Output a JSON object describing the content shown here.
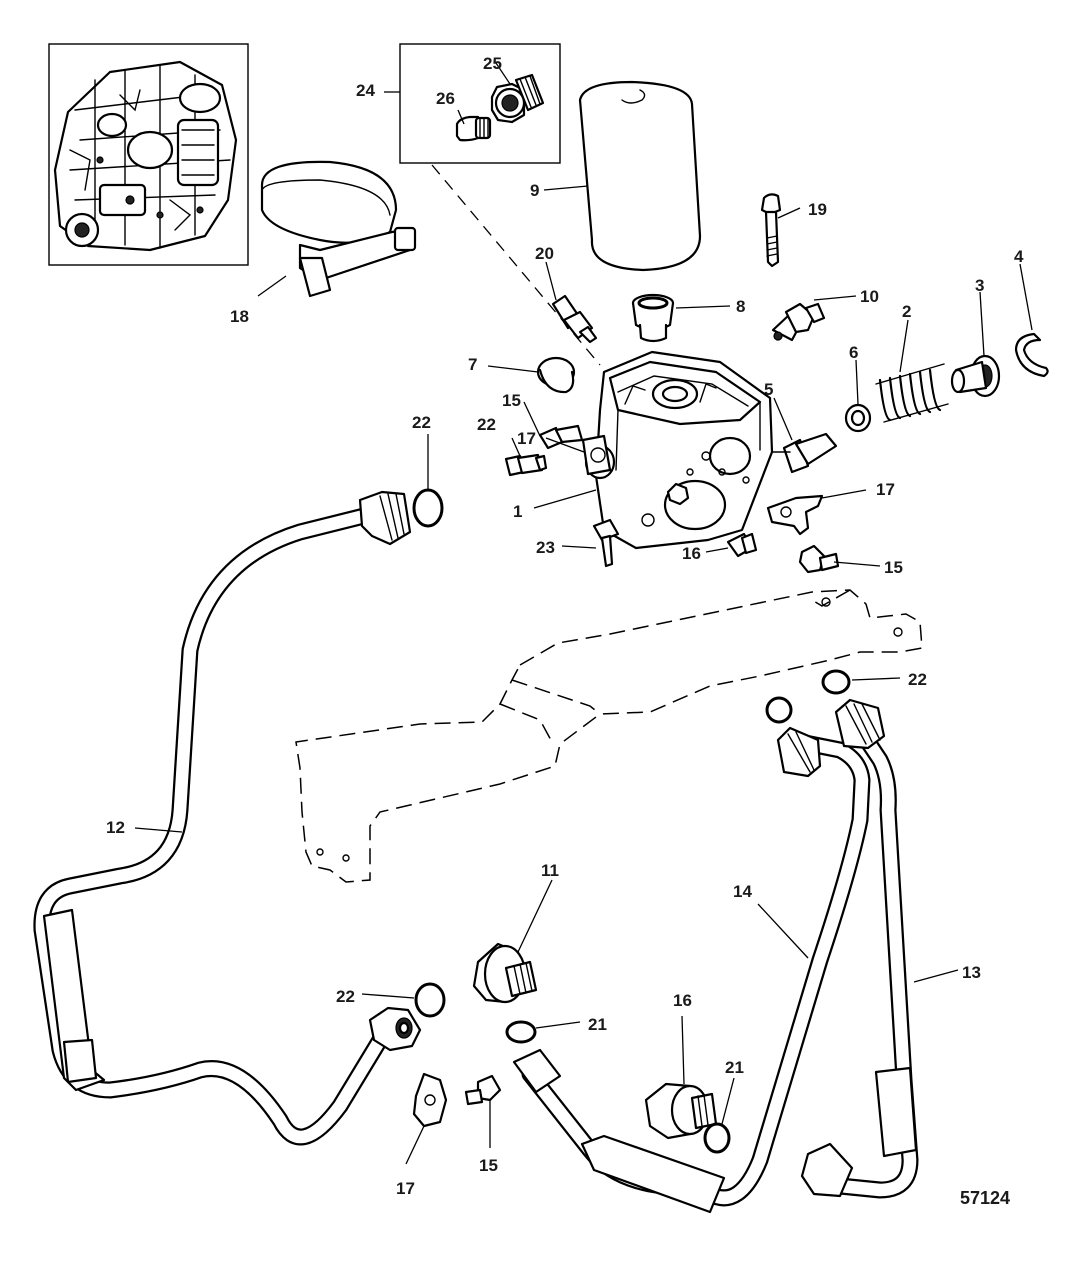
{
  "diagram": {
    "figure_number": "57124",
    "callouts": [
      {
        "label": "1"
      },
      {
        "label": "2"
      },
      {
        "label": "3"
      },
      {
        "label": "4"
      },
      {
        "label": "5"
      },
      {
        "label": "6"
      },
      {
        "label": "7"
      },
      {
        "label": "8"
      },
      {
        "label": "9"
      },
      {
        "label": "10"
      },
      {
        "label": "11"
      },
      {
        "label": "12"
      },
      {
        "label": "13"
      },
      {
        "label": "14"
      },
      {
        "label": "15"
      },
      {
        "label": "15"
      },
      {
        "label": "15"
      },
      {
        "label": "16"
      },
      {
        "label": "16"
      },
      {
        "label": "17"
      },
      {
        "label": "17"
      },
      {
        "label": "17"
      },
      {
        "label": "18"
      },
      {
        "label": "19"
      },
      {
        "label": "20"
      },
      {
        "label": "21"
      },
      {
        "label": "21"
      },
      {
        "label": "22"
      },
      {
        "label": "22"
      },
      {
        "label": "22"
      },
      {
        "label": "22"
      },
      {
        "label": "23"
      },
      {
        "label": "24"
      },
      {
        "label": "25"
      },
      {
        "label": "26"
      }
    ]
  }
}
